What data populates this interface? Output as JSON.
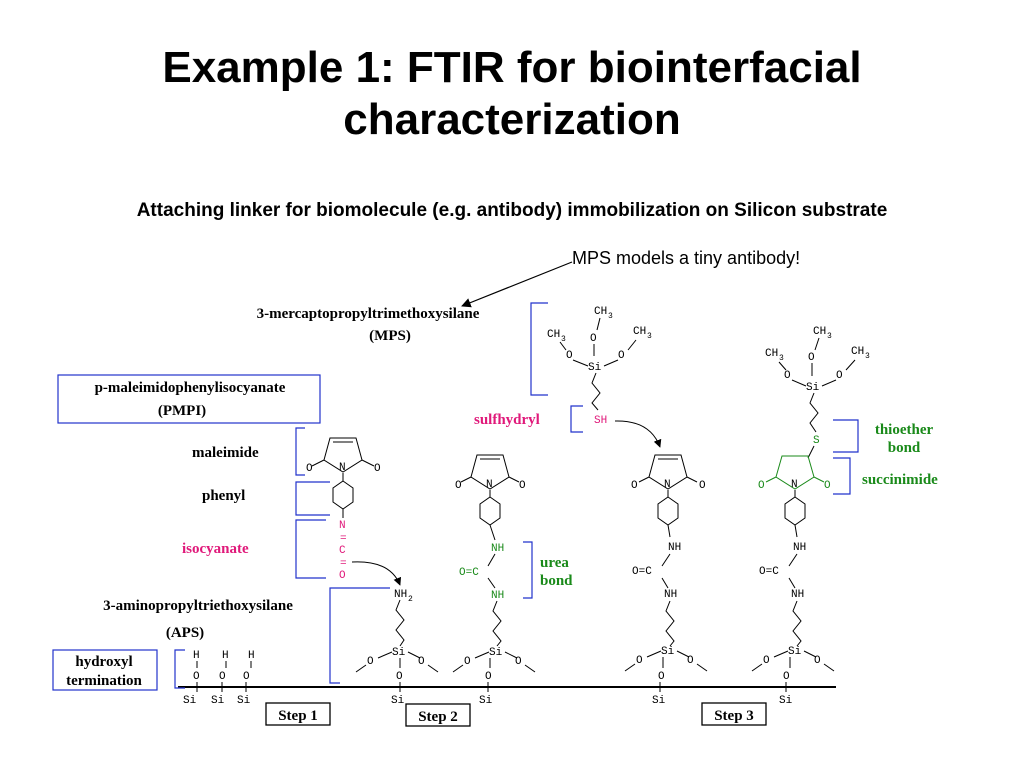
{
  "title_line1": "Example 1: FTIR for biointerfacial",
  "title_line2": "characterization",
  "subtitle": "Attaching linker for biomolecule (e.g. antibody) immobilization on Silicon substrate",
  "callout": "MPS models a tiny antibody!",
  "labels": {
    "mps_name": "3-mercaptopropyltrimethoxysilane",
    "mps_abbr": "(MPS)",
    "pmpi_name": "p-maleimidophenylisocyanate",
    "pmpi_abbr": "(PMPI)",
    "maleimide": "maleimide",
    "phenyl": "phenyl",
    "isocyanate": "isocyanate",
    "aps_name": "3-aminopropyltriethoxysilane",
    "aps_abbr": "(APS)",
    "hydroxyl1": "hydroxyl",
    "hydroxyl2": "termination",
    "sulfhydryl": "sulfhydryl",
    "urea1": "urea",
    "urea2": "bond",
    "thioether1": "thioether",
    "thioether2": "bond",
    "succinimide": "succinimide"
  },
  "steps": [
    "Step 1",
    "Step 2",
    "Step 3"
  ],
  "atoms": {
    "O": "O",
    "N": "N",
    "C": "C",
    "H": "H",
    "Si": "Si",
    "S": "S",
    "SH": "SH",
    "NH": "NH",
    "NH2": "NH",
    "two": "2",
    "CH": "CH",
    "three": "3",
    "OeqC": "O=C",
    "NeqC_N": "N",
    "eq": "=",
    "NCO_C": "C",
    "NCO_O": "O"
  },
  "colors": {
    "magenta": "#e0197a",
    "green": "#1a8a1a",
    "blue": "#2233cc"
  }
}
